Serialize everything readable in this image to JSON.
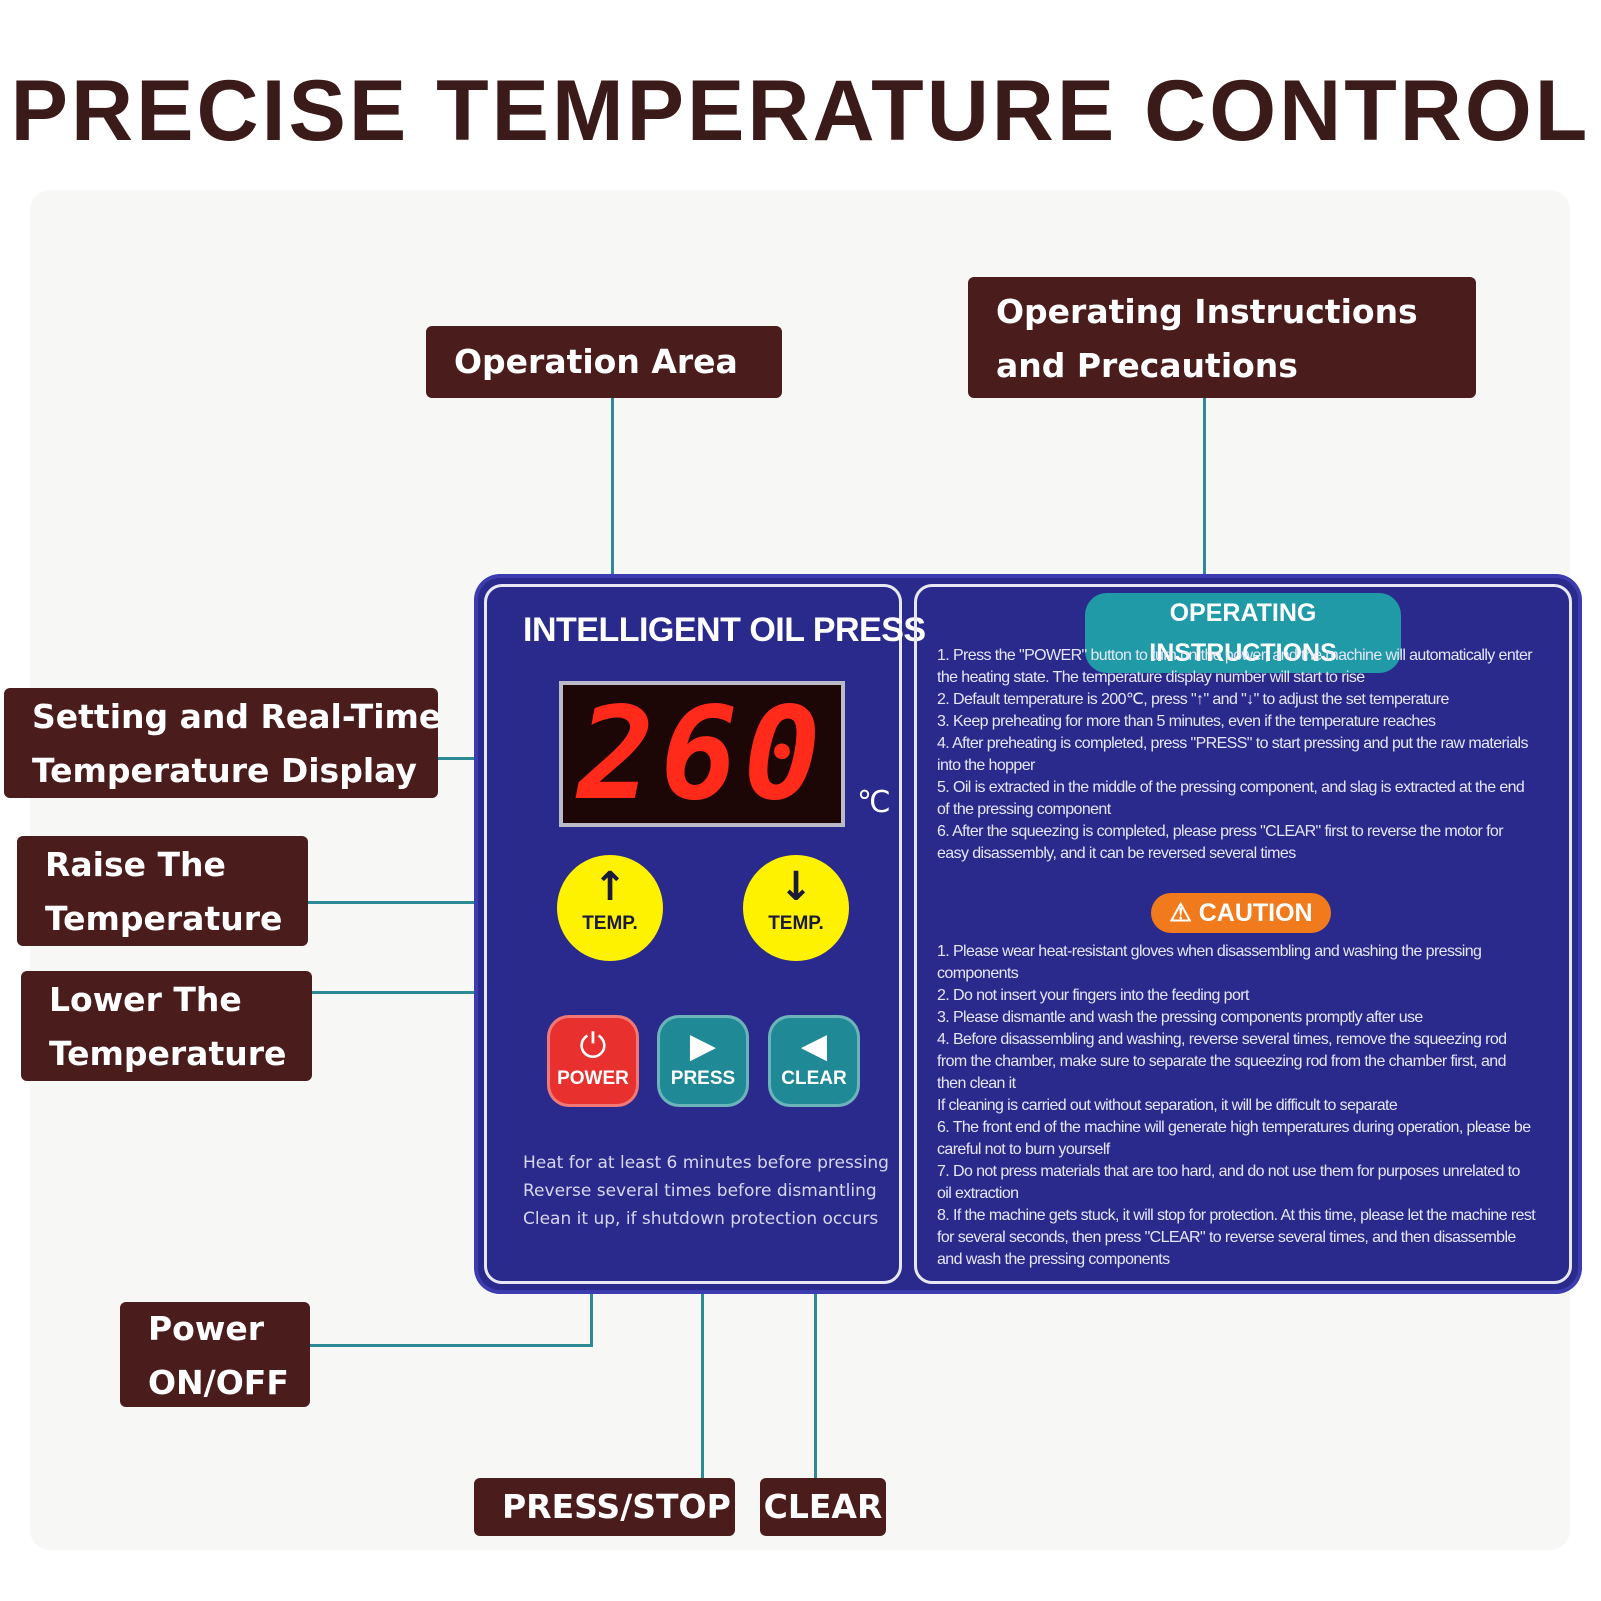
{
  "headline": "PRECISE TEMPERATURE CONTROL",
  "callouts": {
    "operation_area": "Operation Area",
    "instructions": [
      "Operating Instructions",
      "and Precautions"
    ],
    "display": [
      "Setting and Real-Time",
      "Temperature Display"
    ],
    "raise": [
      "Raise The",
      "Temperature"
    ],
    "lower": [
      "Lower The",
      "Temperature"
    ],
    "power": [
      "Power",
      "ON/OFF"
    ],
    "press_stop": "PRESS/STOP",
    "clear": "CLEAR"
  },
  "panel": {
    "brand": "INTELLIGENT OIL PRESS",
    "display_value": "260",
    "unit": "℃",
    "temp_up": {
      "arrow": "↑",
      "label": "TEMP."
    },
    "temp_down": {
      "arrow": "↓",
      "label": "TEMP."
    },
    "power_button": {
      "icon": "⏻",
      "label": "POWER"
    },
    "press_button": {
      "icon": "▶",
      "label": "PRESS"
    },
    "clear_button": {
      "icon": "◀",
      "label": "CLEAR"
    },
    "notes": [
      "Heat for at least 6 minutes before pressing",
      "Reverse several times before dismantling",
      "Clean it up, if shutdown protection occurs"
    ],
    "instructions_title": "OPERATING INSTRUCTIONS",
    "instructions": [
      "1. Press the \"POWER\" button to turn on the power, and the machine will automatically enter the heating state. The temperature display number will start to rise",
      "2. Default temperature is 200℃, press \"↑\" and \"↓\" to adjust the set temperature",
      "3. Keep preheating for more than 5 minutes, even if the temperature reaches",
      "4. After preheating is completed, press \"PRESS\" to start pressing and put the raw materials into the hopper",
      "5. Oil is extracted in the middle of the pressing component, and slag is extracted at the end of the pressing component",
      "6. After the squeezing is completed, please press \"CLEAR\" first to reverse the motor for easy disassembly, and it can be reversed several times"
    ],
    "caution_title": "⚠ CAUTION",
    "cautions": [
      "1. Please wear heat-resistant gloves when disassembling and washing the pressing components",
      "2. Do not insert your fingers into the feeding port",
      "3. Please dismantle and wash the pressing components promptly after use",
      "4. Before disassembling and washing, reverse several times, remove the squeezing rod from the chamber, make sure to separate the squeezing rod from the chamber first, and then clean it",
      "If cleaning is carried out without separation, it will be difficult to separate",
      "6. The front end of the machine will generate high temperatures during operation, please be careful not to burn yourself",
      "7. Do not press materials that are too hard, and do not use them for purposes unrelated to oil extraction",
      "8. If the machine gets stuck, it will stop for protection. At this time, please let the machine rest for several seconds, then press \"CLEAR\" to reverse several times, and then disassemble and wash the pressing components"
    ]
  },
  "colors": {
    "callout_bg": "#4a1c1c",
    "leader_line": "#2b8a93",
    "panel_bg": "#2a2a8c",
    "display_digits": "#ff2a1a",
    "temp_button": "#fff200",
    "power_button": "#e8302e",
    "press_button": "#1f8a96",
    "clear_button": "#1f8a96",
    "instructions_pill": "#1f9aa6",
    "caution_pill": "#f07a1c"
  }
}
